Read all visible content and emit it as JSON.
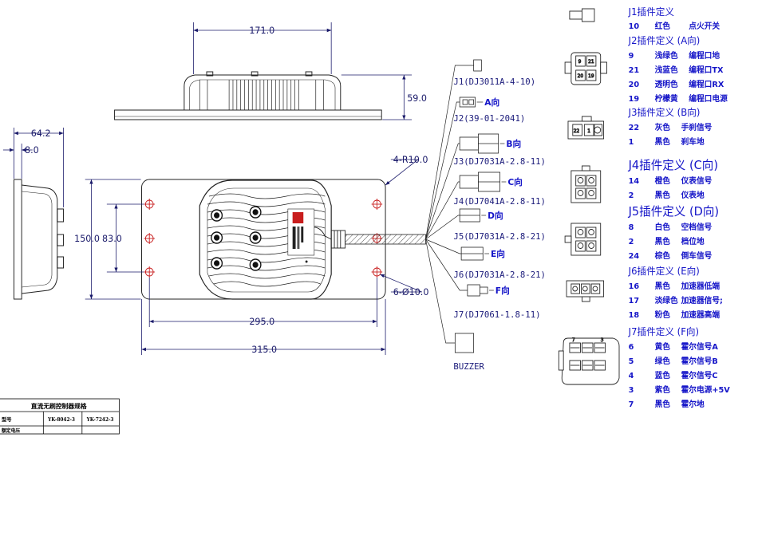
{
  "dimensions": {
    "top_width": "171.0",
    "top_height": "59.0",
    "side_width": "64.2",
    "side_flange": "8.0",
    "corner_radius": "4-R10.0",
    "height_overall": "150.0",
    "hole_pitch_v": "83.0",
    "hole_pitch_h": "295.0",
    "width_overall": "315.0",
    "hole_diameter": "6-Ø10.0"
  },
  "harness": [
    {
      "id": "J1",
      "part": "J1(DJ3011A-4-10)",
      "tag": ""
    },
    {
      "id": "J2",
      "part": "J2(39-01-2041)",
      "tag": "A向"
    },
    {
      "id": "J3",
      "part": "J3(DJ7031A-2.8-11)",
      "tag": "B向"
    },
    {
      "id": "J4",
      "part": "J4(DJ7041A-2.8-11)",
      "tag": "C向"
    },
    {
      "id": "J5",
      "part": "J5(DJ7031A-2.8-21)",
      "tag": "D向"
    },
    {
      "id": "J6",
      "part": "J6(DJ7031A-2.8-21)",
      "tag": "E向"
    },
    {
      "id": "J7",
      "part": "J7(DJ7061-1.8-11)",
      "tag": "F向"
    },
    {
      "id": "BUZZER",
      "part": "BUZZER",
      "tag": ""
    }
  ],
  "pin_defs": [
    {
      "title": "J1插件定义",
      "pins": [
        {
          "no": "10",
          "color": "红色",
          "func": "点火开关"
        }
      ]
    },
    {
      "title": "J2插件定义 (A向)",
      "pins": [
        {
          "no": "9",
          "color": "浅绿色",
          "func": "编程口地"
        },
        {
          "no": "21",
          "color": "浅蓝色",
          "func": "编程口TX"
        },
        {
          "no": "20",
          "color": "透明色",
          "func": "编程口RX"
        },
        {
          "no": "19",
          "color": "柠檬黄",
          "func": "编程口电源"
        }
      ]
    },
    {
      "title": "J3插件定义 (B向)",
      "pins": [
        {
          "no": "22",
          "color": "灰色",
          "func": "手刹信号"
        },
        {
          "no": "1",
          "color": "黑色",
          "func": "刹车地"
        }
      ]
    },
    {
      "title": "J4插件定义 (C向)",
      "pins": [
        {
          "no": "14",
          "color": "橙色",
          "func": "仪表信号"
        },
        {
          "no": "2",
          "color": "黑色",
          "func": "仪表地"
        }
      ]
    },
    {
      "title": "J5插件定义 (D向)",
      "pins": [
        {
          "no": "8",
          "color": "白色",
          "func": "空档信号"
        },
        {
          "no": "2",
          "color": "黑色",
          "func": "档位地"
        },
        {
          "no": "24",
          "color": "棕色",
          "func": "倒车信号"
        }
      ]
    },
    {
      "title": "J6插件定义 (E向)",
      "pins": [
        {
          "no": "16",
          "color": "黑色",
          "func": "加速器低端"
        },
        {
          "no": "17",
          "color": "淡绿色",
          "func": "加速器信号;"
        },
        {
          "no": "18",
          "color": "粉色",
          "func": "加速器高端"
        }
      ]
    },
    {
      "title": "J7插件定义 (F向)",
      "pins": [
        {
          "no": "6",
          "color": "黄色",
          "func": "霍尔信号A"
        },
        {
          "no": "5",
          "color": "绿色",
          "func": "霍尔信号B"
        },
        {
          "no": "4",
          "color": "蓝色",
          "func": "霍尔信号C"
        },
        {
          "no": "3",
          "color": "紫色",
          "func": "霍尔电源+5V"
        },
        {
          "no": "7",
          "color": "黑色",
          "func": "霍尔地"
        }
      ]
    }
  ],
  "connector_pins": {
    "j2": [
      "9",
      "21",
      "20",
      "19"
    ],
    "j3": [
      "22",
      "1"
    ],
    "j7": [
      "7",
      "3"
    ]
  },
  "spec_table": {
    "title": "直流无刷控制器规格",
    "row_label": "型号",
    "models": [
      "YK-8042-3",
      "YK-7242-3"
    ],
    "row2_label": "额定电压"
  }
}
